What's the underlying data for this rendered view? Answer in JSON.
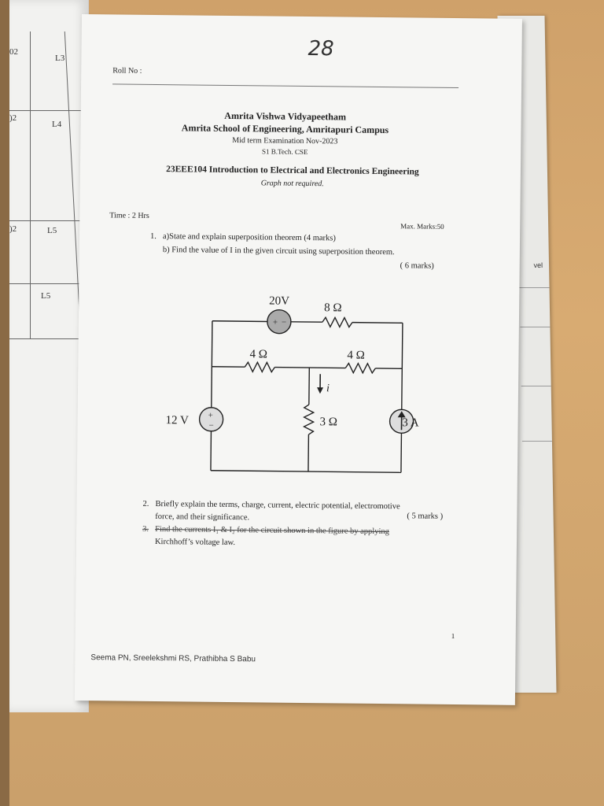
{
  "left_page": {
    "rows": [
      {
        "code": "02",
        "level": "L3"
      },
      {
        "code": ")2",
        "level": "L4"
      },
      {
        "code": ")2",
        "level": "L5"
      },
      {
        "code": "",
        "level": "L5"
      }
    ]
  },
  "stack_edge": {
    "tab_label": "vel"
  },
  "page": {
    "handwritten_number": "28",
    "roll_no_label": "Roll No :",
    "university": "Amrita Vishwa Vidyapeetham",
    "school": "Amrita School of Engineering, Amritapuri Campus",
    "exam": "Mid term Examination Nov-2023",
    "program": "S1 B.Tech. CSE",
    "course_title": "23EEE104 Introduction to Electrical and Electronics Engineering",
    "note": "Graph not required.",
    "time": "Time : 2 Hrs",
    "max_marks": "Max. Marks:50",
    "q1_number": "1.",
    "q1a": "a)State and explain superposition theorem  (4 marks)",
    "q1b": "b) Find the value of  I in the given circuit using superposition theorem.",
    "q1b_marks": "( 6 marks)",
    "q2_number": "2.",
    "q2_line1": "Briefly explain the terms, charge, current, electric potential, electromotive",
    "q2_line2": "force, and their significance.",
    "q2_marks": "( 5 marks )",
    "q3_number": "3.",
    "q3_line1": "Find the currents I₁ & I₂ for the circuit shown in the figure by applying",
    "q3_line2": "Kirchhoff’s voltage law.",
    "page_number": "1",
    "authors": "Seema PN, Sreelekshmi RS, Prathibha S Babu"
  },
  "circuit": {
    "v_source_top": "20V",
    "r_top": "8 Ω",
    "r_left": "4 Ω",
    "r_right": "4 Ω",
    "current_label": "i",
    "v_source_left": "12 V",
    "r_middle": "3 Ω",
    "i_source": "3 A"
  }
}
